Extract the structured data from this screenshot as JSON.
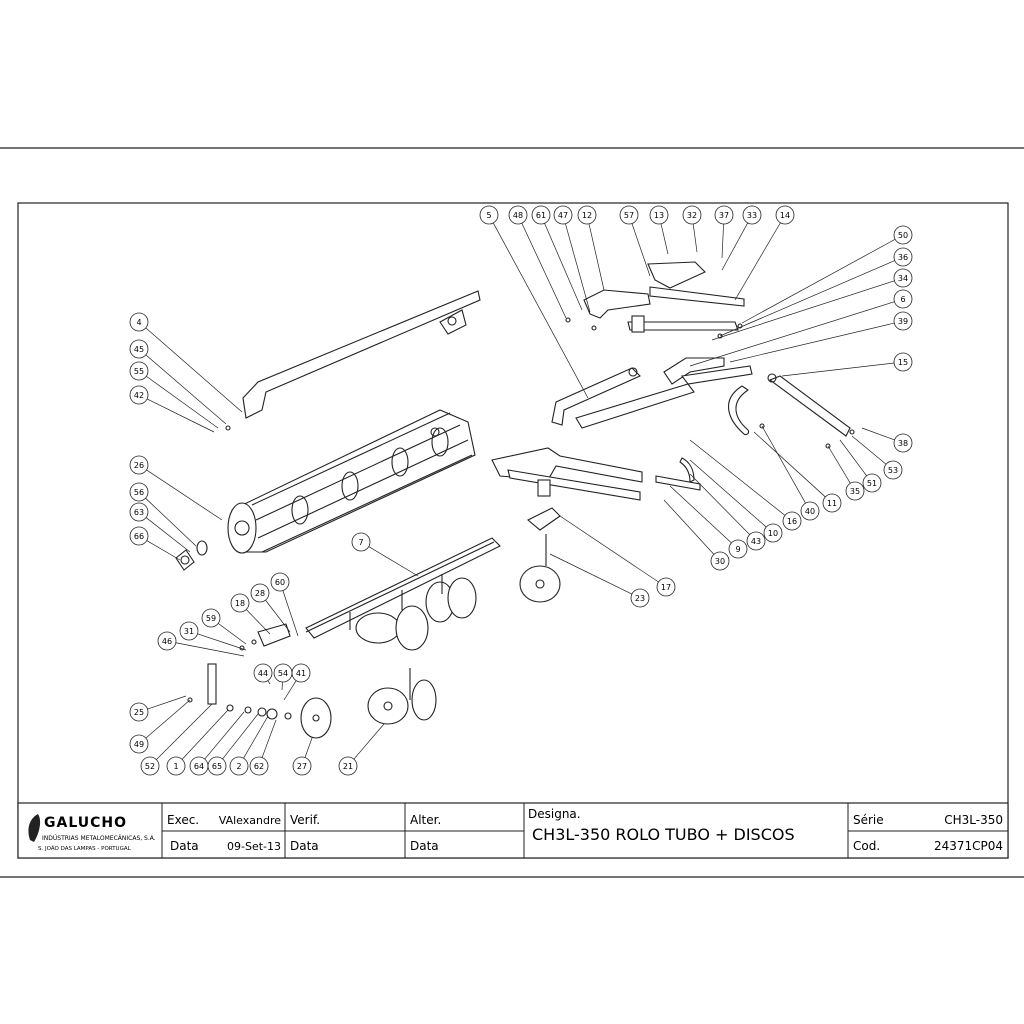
{
  "title_block": {
    "logo_name": "GALUCHO",
    "company": "INDÚSTRIAS METALOMECÂNICAS, S.A.",
    "address": "S. JOÃO DAS LAMPAS - PORTUGAL",
    "exec_label": "Exec.",
    "exec_value": "VAlexandre",
    "verif_label": "Verif.",
    "alter_label": "Alter.",
    "date_label": "Data",
    "date_value": "09-Set-13",
    "verif_date_label": "Data",
    "alter_date_label": "Data",
    "designation_label": "Designa.",
    "designation_value": "CH3L-350 ROLO TUBO + DISCOS",
    "serie_label": "Série",
    "serie_value": "CH3L-350",
    "cod_label": "Cod.",
    "cod_value": "24371CP04"
  },
  "balloons": [
    "5",
    "48",
    "61",
    "47",
    "12",
    "57",
    "13",
    "32",
    "37",
    "33",
    "14",
    "50",
    "36",
    "34",
    "6",
    "39",
    "15",
    "38",
    "53",
    "51",
    "35",
    "11",
    "40",
    "16",
    "10",
    "43",
    "9",
    "30",
    "17",
    "23",
    "4",
    "45",
    "55",
    "42",
    "26",
    "56",
    "63",
    "66",
    "7",
    "60",
    "28",
    "18",
    "59",
    "31",
    "46",
    "44",
    "54",
    "41",
    "25",
    "49",
    "52",
    "1",
    "64",
    "65",
    "2",
    "62",
    "27",
    "21"
  ]
}
